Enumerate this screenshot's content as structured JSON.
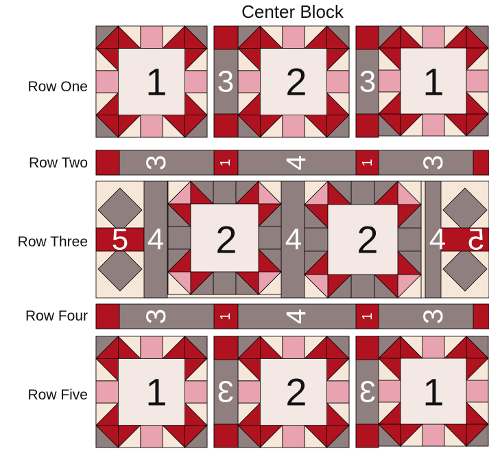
{
  "title": "Center Block",
  "rows": [
    {
      "label": "Row One"
    },
    {
      "label": "Row Two"
    },
    {
      "label": "Row Three"
    },
    {
      "label": "Row Four"
    },
    {
      "label": "Row Five"
    }
  ],
  "block_numbers": {
    "row_one": [
      "1",
      "3",
      "2",
      "3",
      "1"
    ],
    "row_two": [
      "3",
      "1",
      "4",
      "1",
      "3"
    ],
    "row_three": [
      "5",
      "4",
      "2",
      "4",
      "2",
      "4",
      "5"
    ],
    "row_four": [
      "3",
      "1",
      "4",
      "1",
      "3"
    ],
    "row_five": [
      "1",
      "3",
      "2",
      "3",
      "1"
    ]
  },
  "colors": {
    "cream": "#f6e7d8",
    "light_center": "#f3e8e4",
    "red": "#b0121f",
    "pink": "#e8a2b0",
    "taupe": "#8f7f7f",
    "outline": "#000000"
  }
}
